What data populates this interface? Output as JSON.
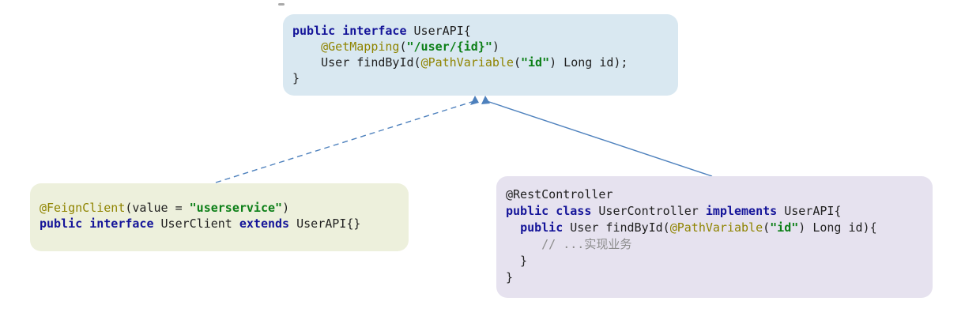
{
  "diagram": {
    "colors": {
      "box-top": "#d9e8f1",
      "box-left": "#edf0dc",
      "box-right": "#e6e2ef",
      "kw": "#141499",
      "ann": "#8f8400",
      "str": "#0c7f17",
      "pl": "#1f1f1f",
      "cm": "#8c8c8c",
      "arrow": "#4e81bd"
    },
    "boxes": [
      {
        "lines": [
          [
            [
              "public interface",
              "kw"
            ],
            [
              " UserAPI{",
              "pl"
            ]
          ],
          [
            [
              "    ",
              "pl"
            ],
            [
              "@GetMapping",
              "ann"
            ],
            [
              "(",
              "pl"
            ],
            [
              "\"/user/{id}\"",
              "str"
            ],
            [
              ")",
              "pl"
            ]
          ],
          [
            [
              "    User findById(",
              "pl"
            ],
            [
              "@PathVariable",
              "ann"
            ],
            [
              "(",
              "pl"
            ],
            [
              "\"id\"",
              "str"
            ],
            [
              ") Long id);",
              "pl"
            ]
          ],
          [
            [
              "}",
              "pl"
            ]
          ]
        ]
      },
      {
        "lines": [
          [
            [
              "@FeignClient",
              "ann"
            ],
            [
              "(value = ",
              "pl"
            ],
            [
              "\"userservice\"",
              "str"
            ],
            [
              ")",
              "pl"
            ]
          ],
          [
            [
              "public interface",
              "kw"
            ],
            [
              " UserClient ",
              "pl"
            ],
            [
              "extends",
              "kw"
            ],
            [
              " UserAPI{}",
              "pl"
            ]
          ]
        ]
      },
      {
        "lines": [
          [
            [
              "@RestController",
              "pl"
            ]
          ],
          [
            [
              "public class",
              "kw"
            ],
            [
              " UserController ",
              "pl"
            ],
            [
              "implements",
              "kw"
            ],
            [
              " UserAPI{",
              "pl"
            ]
          ],
          [
            [
              "  ",
              "pl"
            ],
            [
              "public",
              "kw"
            ],
            [
              " User findById(",
              "pl"
            ],
            [
              "@PathVariable",
              "ann"
            ],
            [
              "(",
              "pl"
            ],
            [
              "\"id\"",
              "str"
            ],
            [
              ") Long id){",
              "pl"
            ]
          ],
          [
            [
              "     // ...实现业务",
              "cm"
            ]
          ],
          [
            [
              "  }",
              "pl"
            ]
          ],
          [
            [
              "}",
              "pl"
            ]
          ]
        ]
      }
    ]
  }
}
